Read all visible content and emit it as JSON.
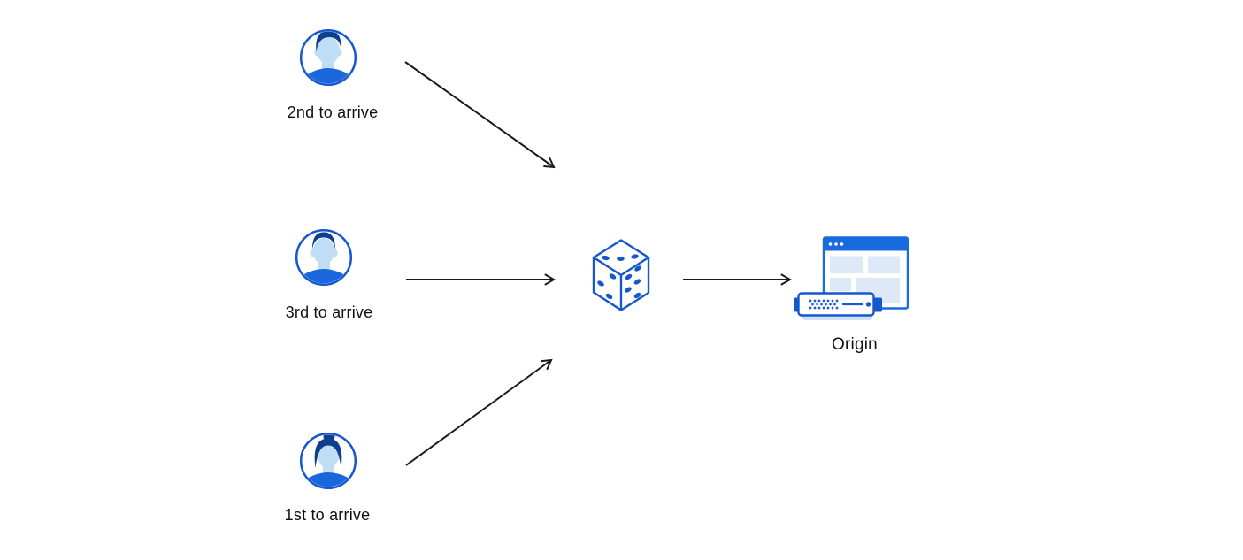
{
  "colors": {
    "icon_blue": "#1457CE",
    "dark_navy": "#0D3E8F",
    "skin_light_blue": "#BFDDF4",
    "shirt_blue": "#1A66DC",
    "titlebar_blue": "#186ADF",
    "panel_light_blue": "#DDE9F7",
    "server_base_blue": "#CFE2F5",
    "arrow_black": "#1A1A1A",
    "label_text": "#111111"
  },
  "nodes": {
    "visitor_top": {
      "label": "2nd to arrive",
      "icon": "male-avatar-icon"
    },
    "visitor_middle": {
      "label": "3rd to arrive",
      "icon": "male-avatar-icon"
    },
    "visitor_bottom": {
      "label": "1st to arrive",
      "icon": "female-avatar-icon"
    },
    "randomizer": {
      "icon": "dice-icon"
    },
    "origin": {
      "label": "Origin",
      "icon": "origin-server-icon"
    }
  },
  "edges": [
    {
      "from": "visitor_top",
      "to": "randomizer"
    },
    {
      "from": "visitor_middle",
      "to": "randomizer"
    },
    {
      "from": "visitor_bottom",
      "to": "randomizer"
    },
    {
      "from": "randomizer",
      "to": "origin"
    }
  ]
}
